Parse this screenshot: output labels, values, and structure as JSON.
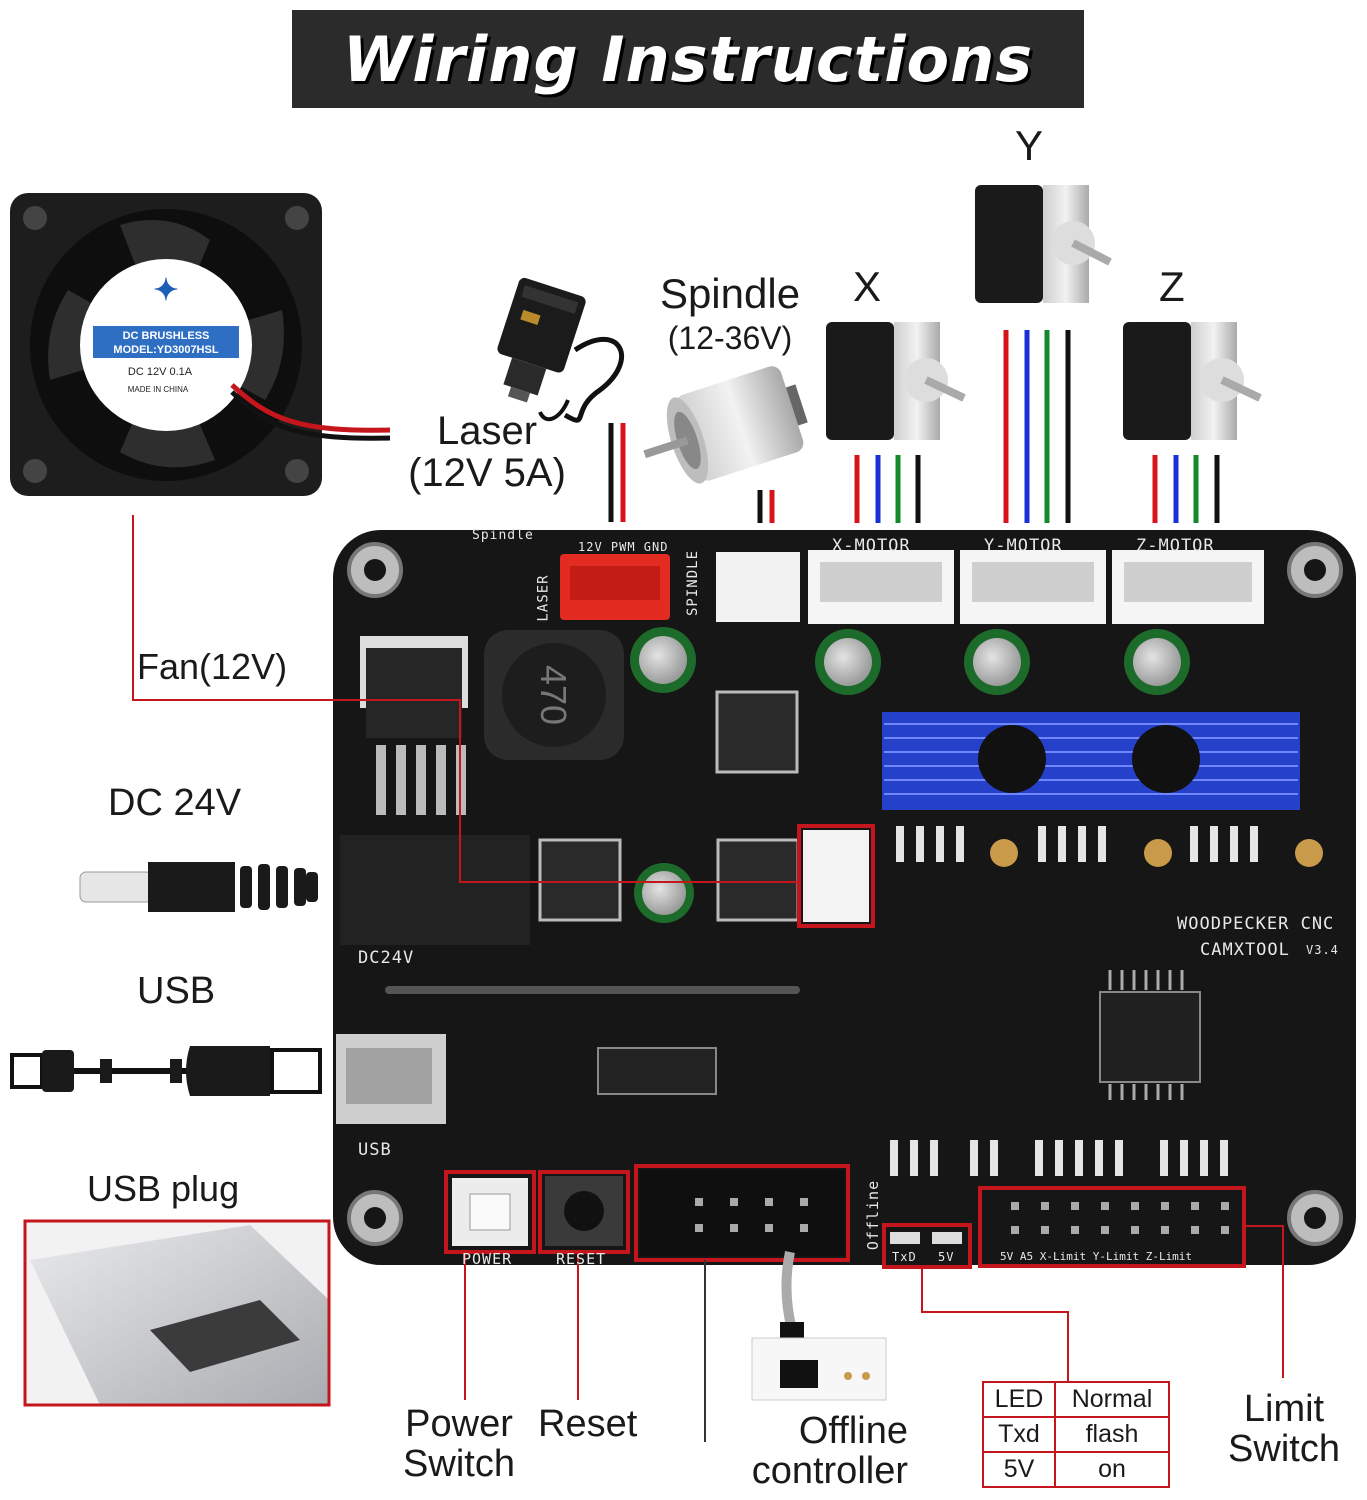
{
  "title": "Wiring Instructions",
  "labels": {
    "laser": [
      "Laser",
      "(12V 5A)"
    ],
    "spindle": [
      "Spindle",
      "(12-36V)"
    ],
    "motor_x": "X",
    "motor_y": "Y",
    "motor_z": "Z",
    "fan": "Fan(12V)",
    "dc": "DC 24V",
    "usb": "USB",
    "usb_plug": "USB plug",
    "power_switch": [
      "Power",
      "Switch"
    ],
    "reset": "Reset",
    "offline_controller": [
      "Offline",
      "controller"
    ],
    "limit_switch": [
      "Limit",
      "Switch"
    ]
  },
  "board_silkscreen": {
    "x_motor": "X-MOTOR",
    "y_motor": "Y-MOTOR",
    "z_motor": "Z-MOTOR",
    "spindle": "Spindle",
    "laser": "LASER",
    "spindle_vertical": "SPINDLE",
    "laser_pins": "12V PWM GND",
    "dc24v": "DC24V",
    "usb": "USB",
    "power": "POWER",
    "reset": "RESET",
    "offline": "Offline",
    "brand1": "WOODPECKER CNC",
    "brand2": "CAMXTOOL",
    "version": "V3.4",
    "txd": "TxD",
    "fivev": "5V",
    "limit_pins": "5V A5 X-Limit Y-Limit Z-Limit",
    "inductor": "470",
    "fan_brand": "DC BRUSHLESS",
    "fan_model": "MODEL:YD3007HSL",
    "fan_rating": "DC 12V 0.1A",
    "fan_made": "MADE IN CHINA"
  },
  "led_table": {
    "header": [
      "LED",
      "Normal"
    ],
    "rows": [
      [
        "Txd",
        "flash"
      ],
      [
        "5V",
        "on"
      ]
    ]
  },
  "colors": {
    "wire_red": "#d8141b",
    "wire_blue": "#1b2fd6",
    "wire_green": "#128a2a",
    "wire_black": "#111111",
    "highlight": "#c4161c",
    "pcb": "#161616",
    "heatsink": "#2541c9"
  }
}
